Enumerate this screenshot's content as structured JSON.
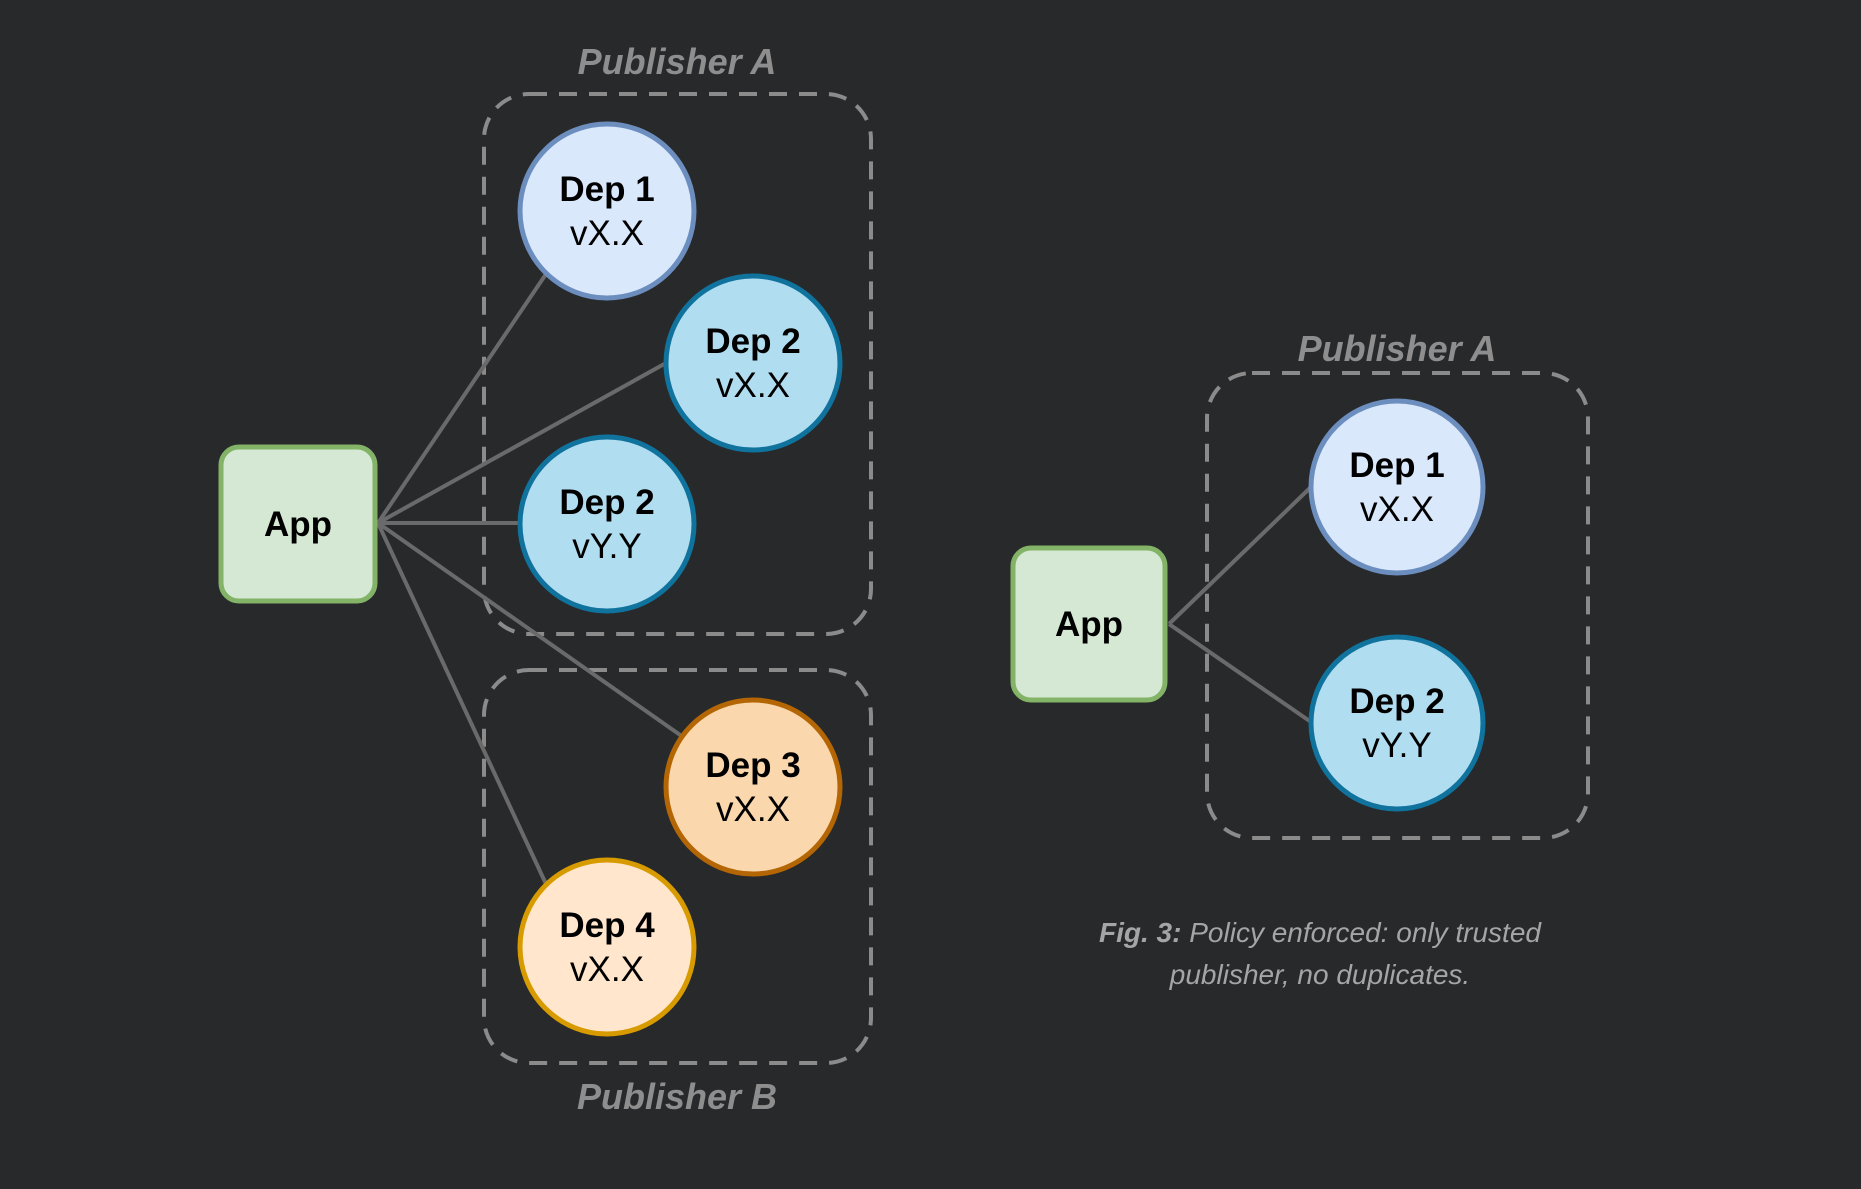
{
  "colors": {
    "background": "#28292b",
    "edge": "#6a6a6a",
    "group_border": "#8b8b8b",
    "group_label": "#8e8e8e",
    "caption": "#a5a5a5",
    "app_fill": "#d5e8d4",
    "app_stroke": "#82b366",
    "dep_light_blue_fill": "#dae8fc",
    "dep_light_blue_stroke": "#6c8ebf",
    "dep_blue_fill": "#b1ddf0",
    "dep_blue_stroke": "#10739e",
    "dep_orange_fill": "#fad7ac",
    "dep_orange_stroke": "#b46504",
    "dep_yellow_fill": "#ffe6cc",
    "dep_yellow_stroke": "#d79b00"
  },
  "left": {
    "app": {
      "label": "App"
    },
    "publisher_a": {
      "label": "Publisher A"
    },
    "publisher_b": {
      "label": "Publisher B"
    },
    "deps": [
      {
        "title": "Dep 1",
        "version": "vX.X"
      },
      {
        "title": "Dep 2",
        "version": "vX.X"
      },
      {
        "title": "Dep 2",
        "version": "vY.Y"
      },
      {
        "title": "Dep 3",
        "version": "vX.X"
      },
      {
        "title": "Dep 4",
        "version": "vX.X"
      }
    ]
  },
  "right": {
    "app": {
      "label": "App"
    },
    "publisher_a": {
      "label": "Publisher A"
    },
    "deps": [
      {
        "title": "Dep 1",
        "version": "vX.X"
      },
      {
        "title": "Dep 2",
        "version": "vY.Y"
      }
    ]
  },
  "caption": {
    "label": "Fig. 3:",
    "text": " Policy enforced: only trusted publisher, no duplicates."
  }
}
